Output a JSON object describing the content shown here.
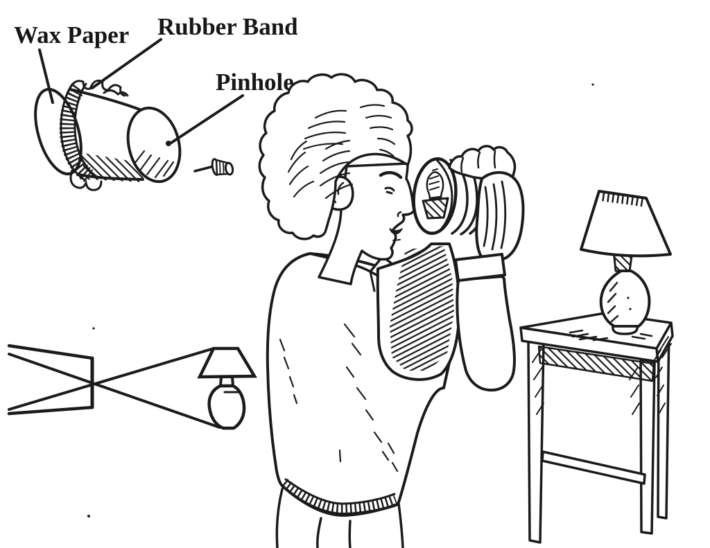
{
  "meta": {
    "kind": "science-book line illustration",
    "ink": "#1b1b1b",
    "paper": "#ffffff"
  },
  "labels": {
    "wax_paper": "Wax Paper",
    "rubber_band": "Rubber Band",
    "pinhole": "Pinhole"
  },
  "scene": {
    "parts": [
      "pinhole-can-diagram",
      "push-pin",
      "boy-looking-into-pinhole-camera",
      "inverted-lamp-image-on-wax-paper",
      "ray-crossing-diagram",
      "table-lamp",
      "side-table"
    ]
  }
}
